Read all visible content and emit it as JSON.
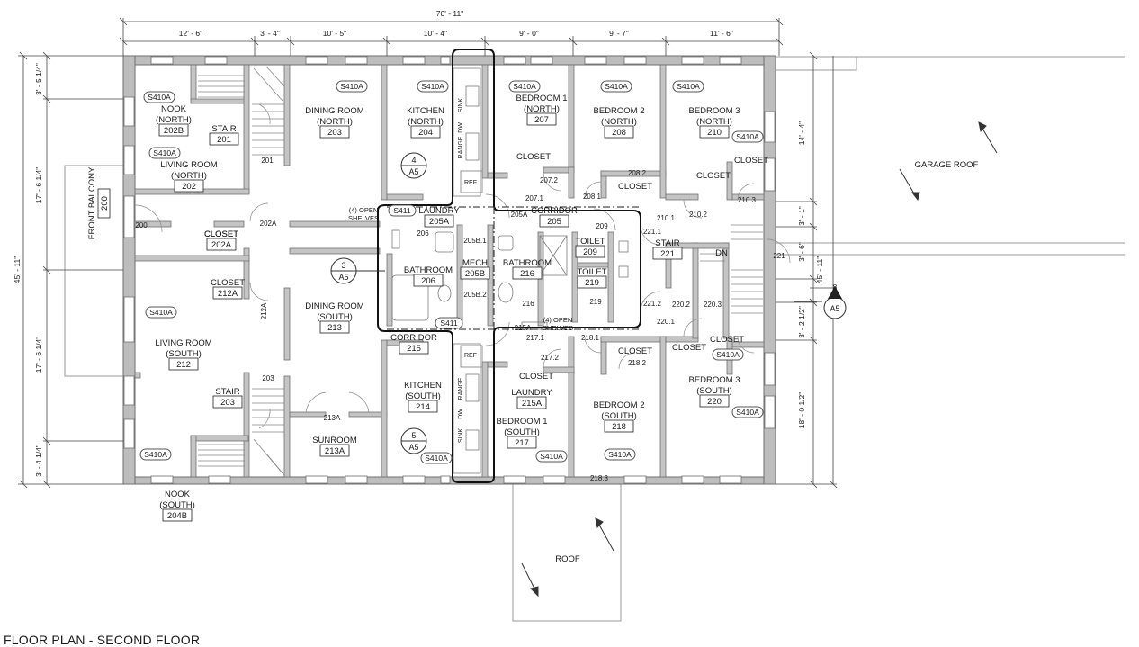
{
  "title": "FLOOR PLAN - SECOND FLOOR",
  "dimensions": {
    "overall_width": "70' - 11\"",
    "top": [
      "12' - 6\"",
      "3' - 4\"",
      "10' - 5\"",
      "10' - 4\"",
      "9' - 0\"",
      "9' - 7\"",
      "11' - 6\""
    ],
    "left_overall": "45' - 11\"",
    "left": [
      "3' - 5 1/4\"",
      "17' - 6 1/4\"",
      "17' - 6 1/4\"",
      "3' - 4 1/4\""
    ],
    "right_overall": "45' - 11\"",
    "right": [
      "14' - 4\"",
      "3' - 1\"",
      "3' - 6\"",
      "3' - 2 1/2\"",
      "18' - 0 1/2\""
    ]
  },
  "rooms": [
    {
      "name": [
        "NOOK",
        "(NORTH)"
      ],
      "num": "202B"
    },
    {
      "name": [
        "STAIR"
      ],
      "num": "201"
    },
    {
      "name": [
        "DINING ROOM",
        "(NORTH)"
      ],
      "num": "203"
    },
    {
      "name": [
        "KITCHEN",
        "(NORTH)"
      ],
      "num": "204"
    },
    {
      "name": [
        "BEDROOM 1",
        "(NORTH)"
      ],
      "num": "207"
    },
    {
      "name": [
        "BEDROOM 2",
        "(NORTH)"
      ],
      "num": "208"
    },
    {
      "name": [
        "BEDROOM 3",
        "(NORTH)"
      ],
      "num": "210"
    },
    {
      "name": [
        "LIVING ROOM",
        "(NORTH)"
      ],
      "num": "202"
    },
    {
      "name": [
        "CLOSET"
      ],
      "num": "202A"
    },
    {
      "name": [
        "LAUNDRY"
      ],
      "num": "205A"
    },
    {
      "name": [
        "CORRIDOR"
      ],
      "num": "205"
    },
    {
      "name": [
        "TOILET"
      ],
      "num": "209"
    },
    {
      "name": [
        "STAIR"
      ],
      "num": "221"
    },
    {
      "name": [
        "CLOSET"
      ],
      "num": "212A"
    },
    {
      "name": [
        "BATHROOM"
      ],
      "num": "206"
    },
    {
      "name": [
        "MECH"
      ],
      "num": "205B"
    },
    {
      "name": [
        "BATHROOM"
      ],
      "num": "216"
    },
    {
      "name": [
        "TOILET"
      ],
      "num": "219"
    },
    {
      "name": [
        "DINING ROOM",
        "(SOUTH)"
      ],
      "num": "213"
    },
    {
      "name": [
        "CORRIDOR"
      ],
      "num": "215"
    },
    {
      "name": [
        "LIVING ROOM",
        "(SOUTH)"
      ],
      "num": "212"
    },
    {
      "name": [
        "STAIR"
      ],
      "num": "203"
    },
    {
      "name": [
        "KITCHEN",
        "(SOUTH)"
      ],
      "num": "214"
    },
    {
      "name": [
        "LAUNDRY"
      ],
      "num": "215A"
    },
    {
      "name": [
        "BEDROOM 2",
        "(SOUTH)"
      ],
      "num": "218"
    },
    {
      "name": [
        "BEDROOM 3",
        "(SOUTH)"
      ],
      "num": "220"
    },
    {
      "name": [
        "SUNROOM"
      ],
      "num": "213A"
    },
    {
      "name": [
        "BEDROOM 1",
        "(SOUTH)"
      ],
      "num": "217"
    },
    {
      "name": [
        "NOOK",
        "(SOUTH)"
      ],
      "num": "204B"
    },
    {
      "name": [
        "FRONT BALCONY"
      ],
      "num": "200"
    }
  ],
  "labels": [
    "CLOSET",
    "CLOSET",
    "CLOSET",
    "CLOSET",
    "CLOSET",
    "CLOSET",
    "CLOSET",
    "CLOSET",
    "CLOSET",
    "GARAGE ROOF",
    "ROOF",
    "DN",
    "(4) OPEN",
    "SHELVES",
    "(4) OPEN",
    "SHELVES",
    "SINK",
    "DW",
    "RANGE",
    "REF",
    "SINK",
    "DW",
    "RANGE",
    "REF"
  ],
  "tags": [
    "S410A",
    "S410A",
    "S410A",
    "S410A",
    "S410A",
    "S410A",
    "S410A",
    "S410A",
    "S410A",
    "S410A",
    "S410A",
    "S410A",
    "S410A",
    "S410A",
    "S410A",
    "S411",
    "S411"
  ],
  "doors": [
    "201",
    "202A",
    "212A",
    "203",
    "213A",
    "206",
    "205A",
    "205B.1",
    "205B.2",
    "207.1",
    "207.2",
    "208.1",
    "208.2",
    "210.1",
    "210.2",
    "210.3",
    "221.1",
    "221.2",
    "209",
    "219",
    "216",
    "215A",
    "217.1",
    "217.2",
    "218.1",
    "218.2",
    "218.3",
    "220.1",
    "220.2",
    "220.3",
    "221",
    "200"
  ],
  "section_markers": [
    {
      "num": "4",
      "sheet": "A5"
    },
    {
      "num": "3",
      "sheet": "A5"
    },
    {
      "num": "5",
      "sheet": "A5"
    },
    {
      "num": "8",
      "sheet": "A5"
    }
  ]
}
